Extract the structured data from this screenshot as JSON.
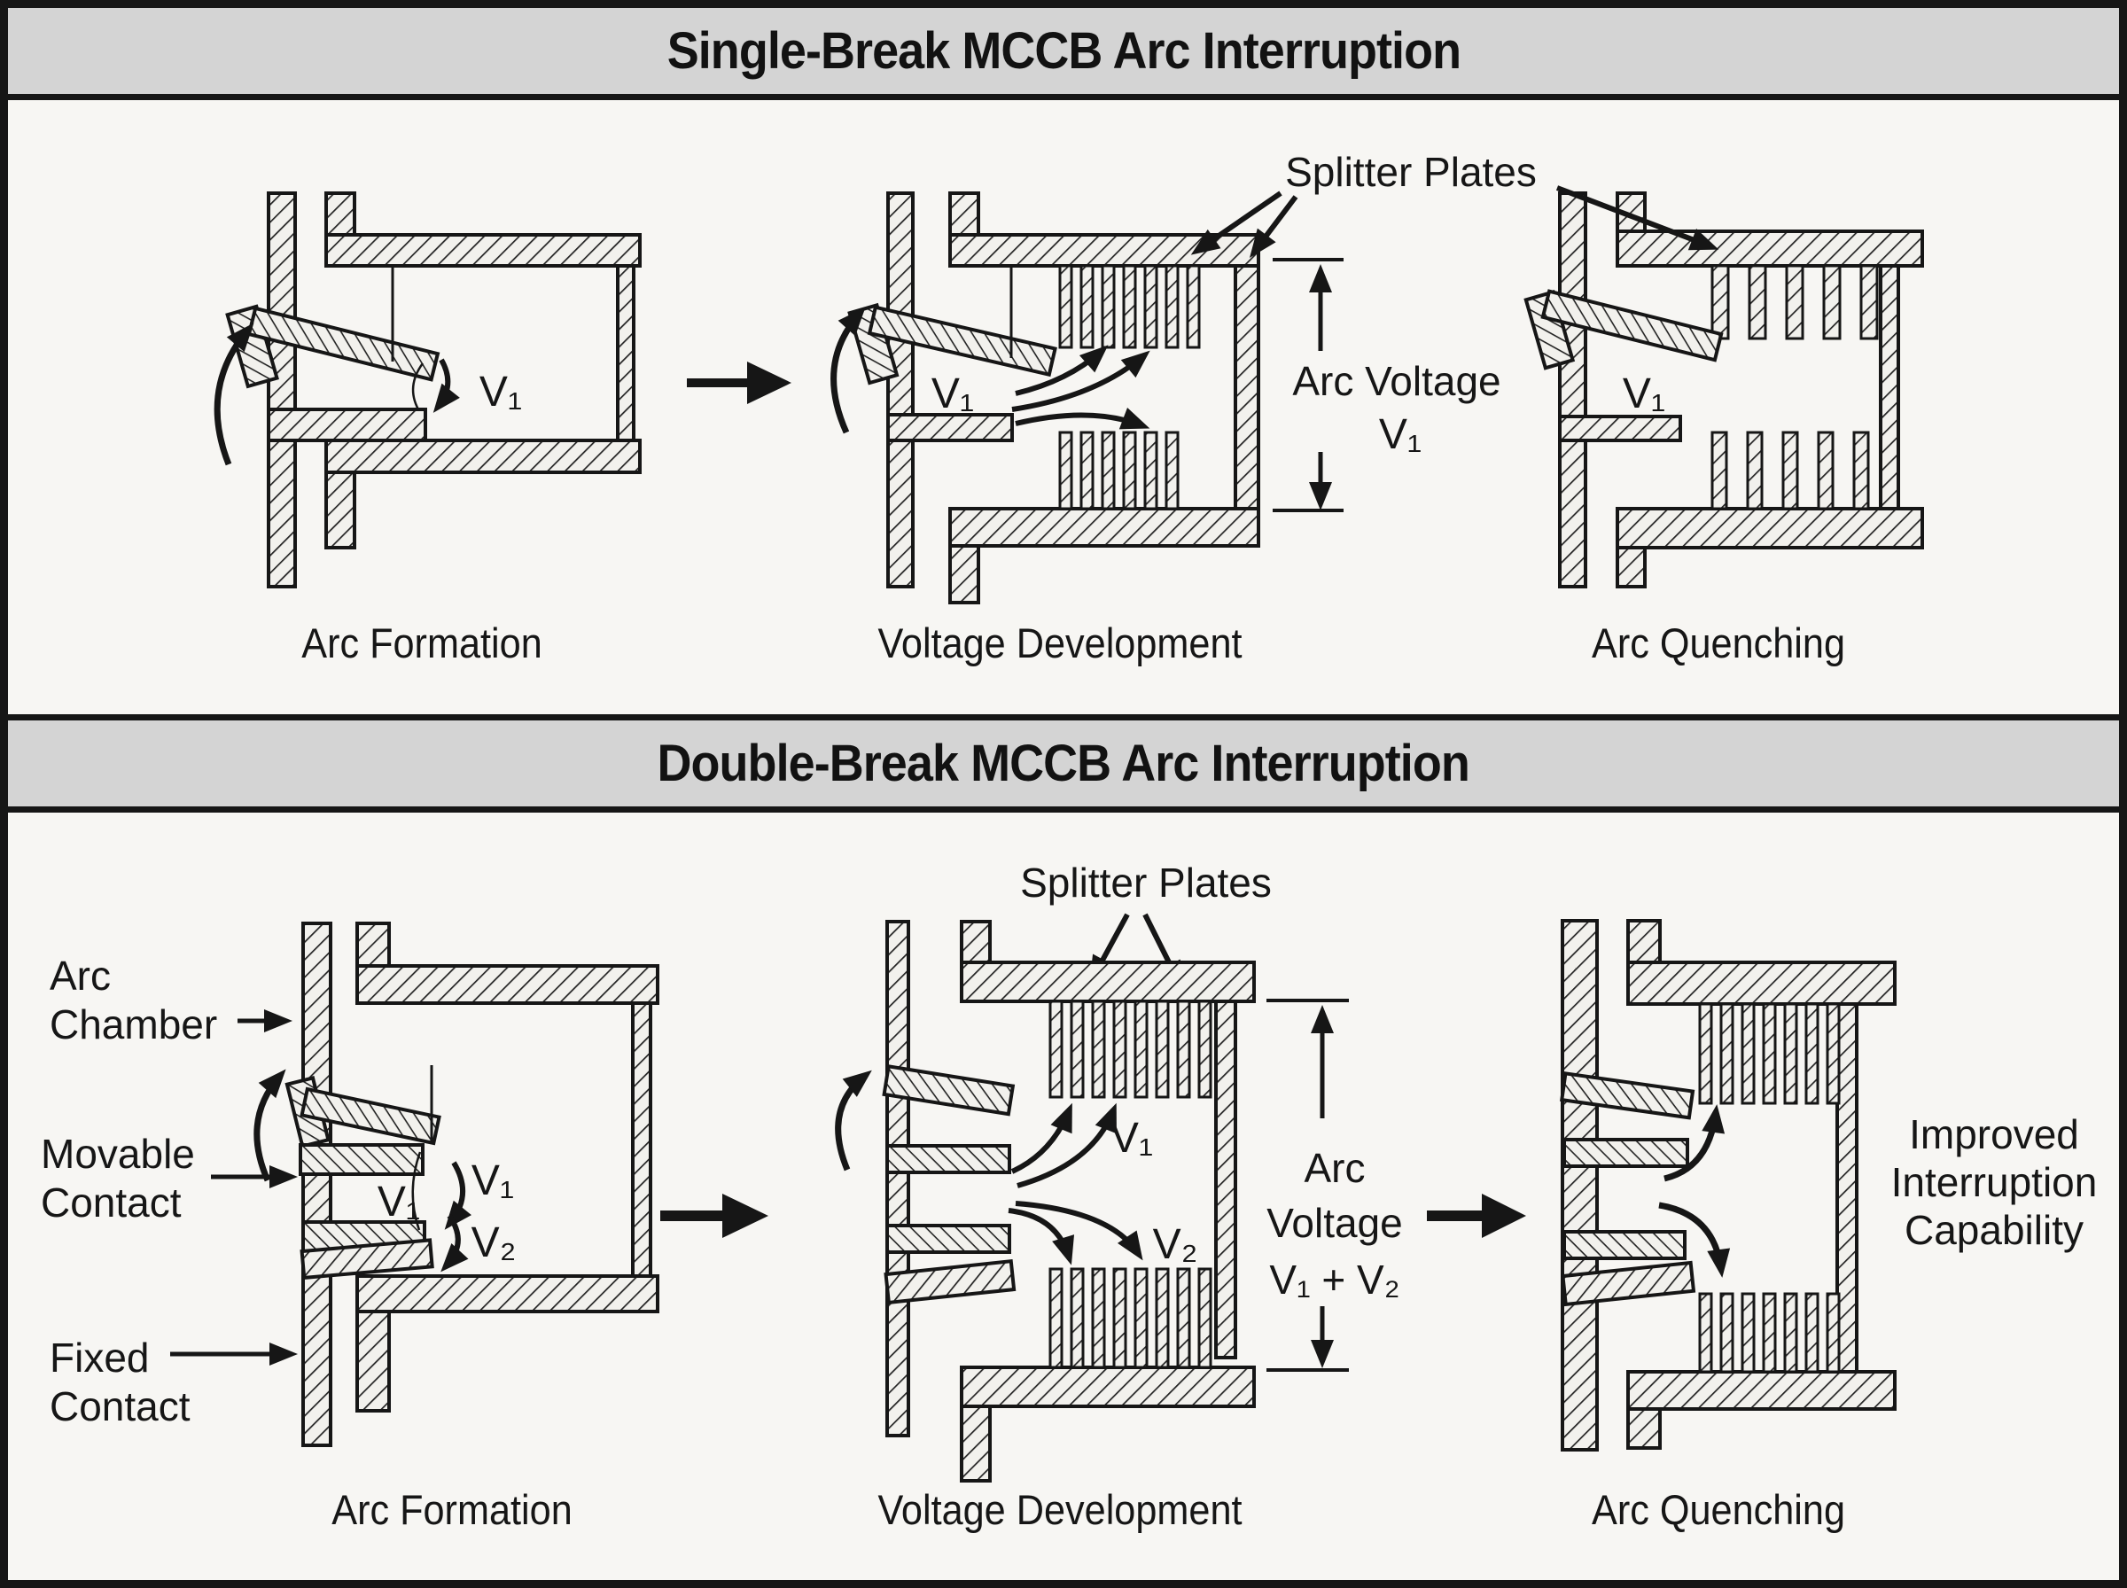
{
  "titles": {
    "single": "Single-Break MCCB Arc Interruption",
    "double": "Double-Break MCCB Arc Interruption"
  },
  "stages": {
    "formation": "Arc Formation",
    "voltage": "Voltage Development",
    "quenching": "Arc Quenching"
  },
  "labels": {
    "splitter_plates": "Splitter Plates",
    "arc_voltage": "Arc Voltage",
    "v1": "V₁",
    "v2": "V₂",
    "arc": "Arc",
    "voltage": "Voltage",
    "v1_plus_v2": "V₁ + V₂",
    "arc_chamber_1": "Arc",
    "arc_chamber_2": "Chamber",
    "movable_1": "Movable",
    "movable_2": "Contact",
    "fixed_1": "Fixed",
    "fixed_2": "Contact",
    "improved_1": "Improved",
    "improved_2": "Interruption",
    "improved_3": "Capability"
  },
  "colors": {
    "ink": "#161616",
    "background": "#f7f6f3",
    "titlebar_bg": "#d4d4d4",
    "hatch_fill": "#f2f1ed"
  }
}
